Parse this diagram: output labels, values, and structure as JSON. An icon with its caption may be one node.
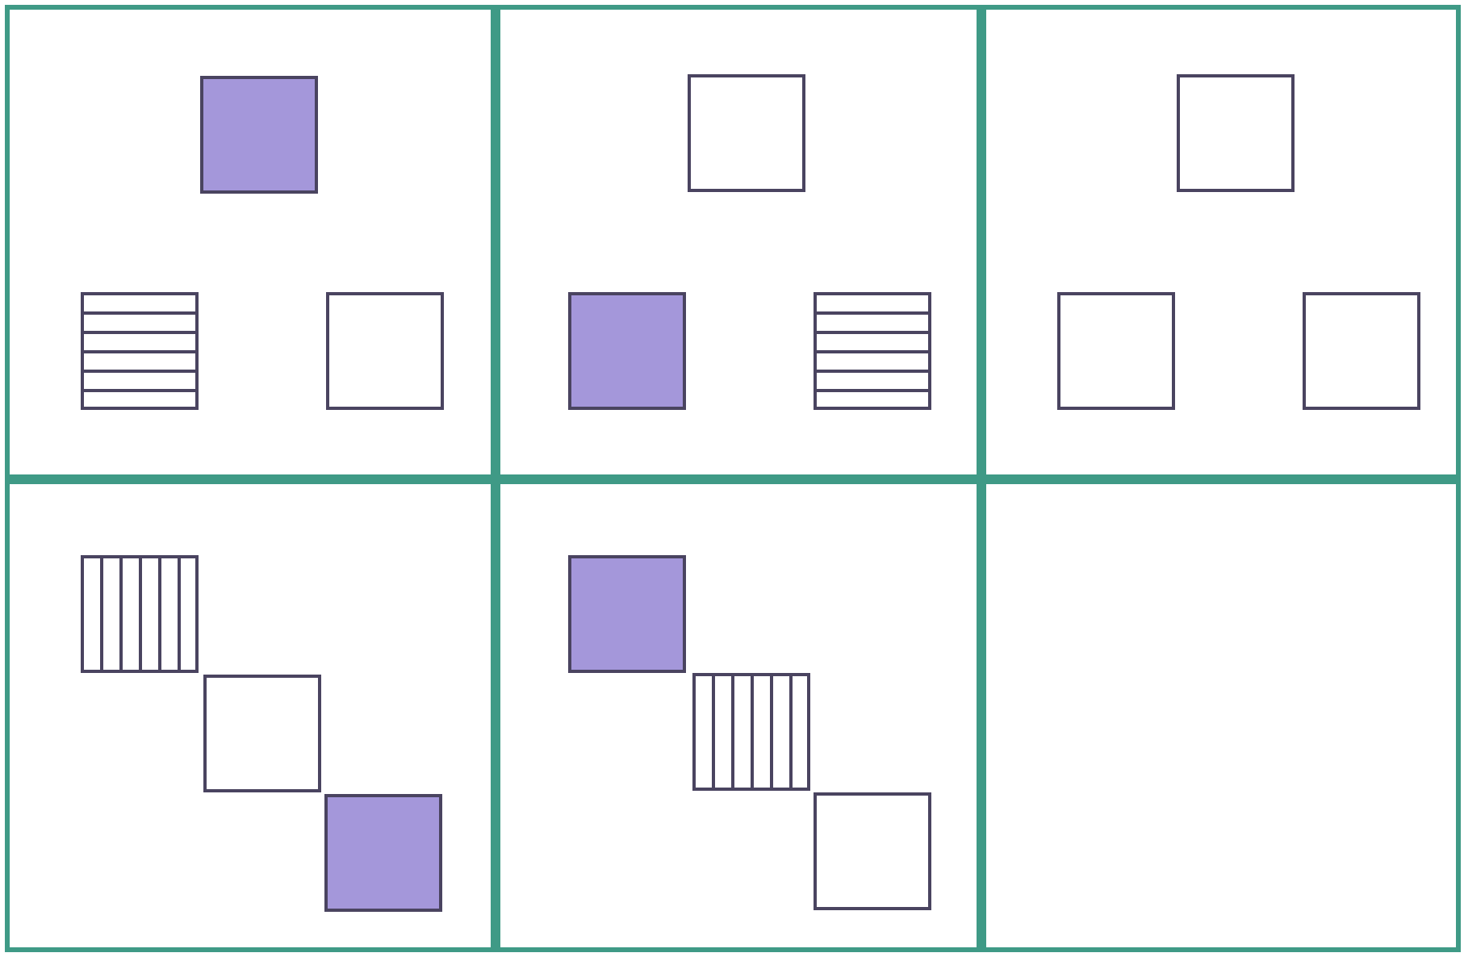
{
  "diagram": {
    "nodes": [
      {
        "text": [],
        "shape": "box"
      },
      {
        "text": [],
        "shape": "box",
        "in": 0
      },
      {
        "text": [],
        "shape": "box",
        "in": 0
      },
      {
        "text": [],
        "shape": "box",
        "in": 0
      },
      {
        "text": [],
        "shape": "box"
      },
      {
        "text": [],
        "shape": "box",
        "in": 4
      },
      {
        "text": [],
        "shape": "box",
        "in": 4
      },
      {
        "text": [],
        "shape": "box",
        "in": 4
      },
      {
        "text": [],
        "shape": "box"
      },
      {
        "text": [],
        "shape": "box",
        "in": 8
      },
      {
        "text": [],
        "shape": "box",
        "in": 8
      },
      {
        "text": [],
        "shape": "box",
        "in": 8
      },
      {
        "text": [],
        "shape": "box"
      },
      {
        "text": [],
        "shape": "box",
        "in": 12
      },
      {
        "text": [],
        "shape": "box",
        "in": 12
      },
      {
        "text": [],
        "shape": "box",
        "in": 12
      },
      {
        "text": [],
        "shape": "box"
      },
      {
        "text": [],
        "shape": "box",
        "in": 16
      },
      {
        "text": [],
        "shape": "box",
        "in": 16
      },
      {
        "text": [],
        "shape": "box",
        "in": 16
      },
      {
        "text": [],
        "shape": "box"
      }
    ]
  }
}
